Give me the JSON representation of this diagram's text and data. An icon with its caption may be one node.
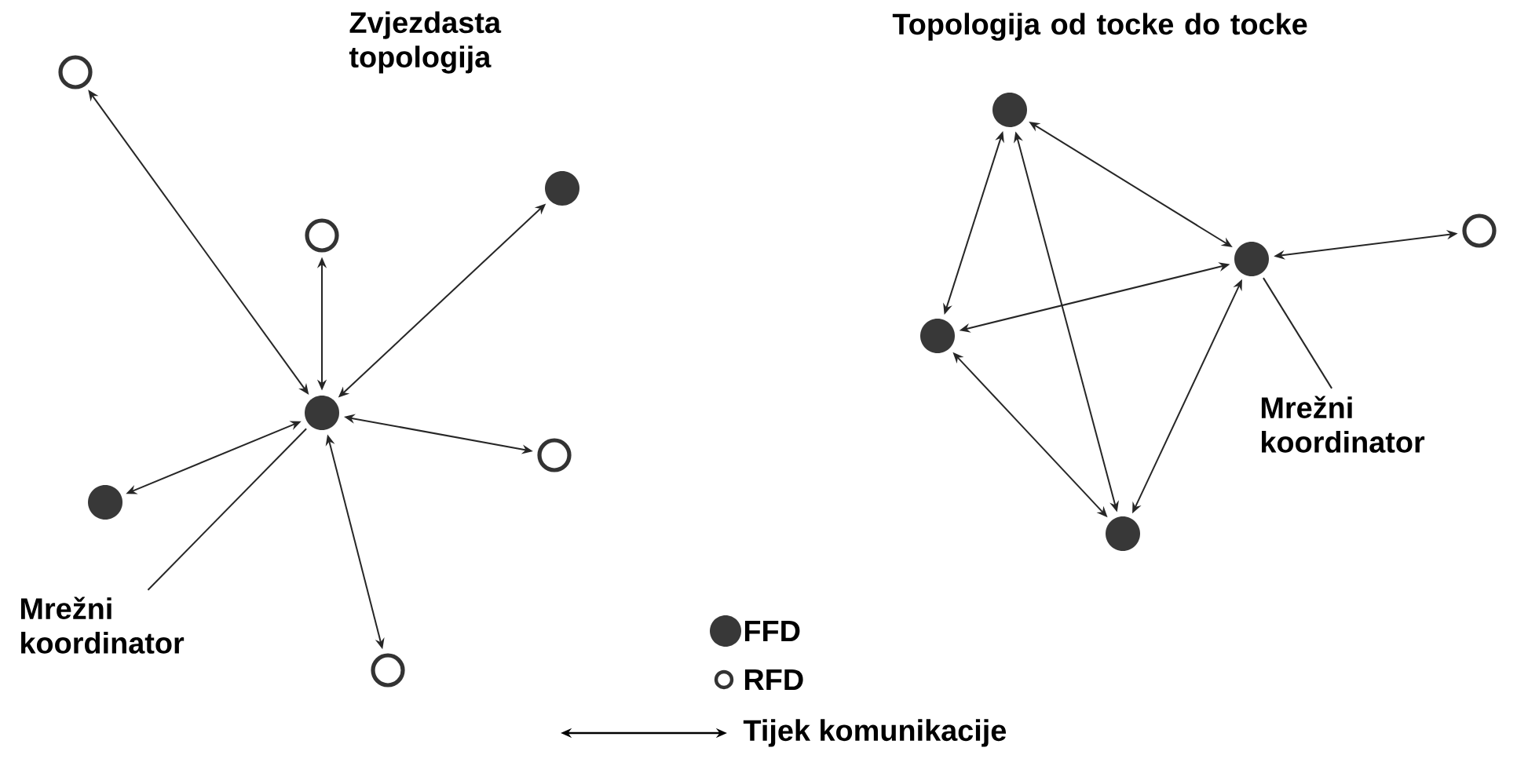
{
  "diagram": {
    "nodes": [
      {
        "text": [],
        "shape": "circle"
      },
      {
        "text": [],
        "shape": "dot"
      },
      {
        "text": [],
        "shape": "dot"
      },
      {
        "text": [],
        "shape": "circle"
      },
      {
        "text": [],
        "shape": "circle"
      },
      {
        "text": [],
        "shape": "dot"
      },
      {
        "text": [],
        "shape": "dot"
      },
      {
        "text": [],
        "shape": "dot"
      },
      {
        "text": [
          "Mrežni koordinator"
        ]
      },
      {
        "text": [],
        "shape": "circle"
      },
      {
        "text": [],
        "shape": "dot"
      },
      {
        "text": [],
        "shape": "dot"
      },
      {
        "text": [
          "Mrežni koordinator"
        ]
      },
      {
        "text": [],
        "shape": "circle"
      }
    ],
    "edges": [
      {
        "from": 7,
        "to": 0,
        "arrow": "both"
      },
      {
        "from": 7,
        "to": 3,
        "arrow": "both"
      },
      {
        "from": 7,
        "to": 2,
        "arrow": "both"
      },
      {
        "from": 7,
        "to": 9,
        "arrow": "both"
      },
      {
        "from": 7,
        "to": 10,
        "arrow": "both"
      },
      {
        "from": 7,
        "to": 13,
        "arrow": "both"
      },
      {
        "from": 12,
        "to": 7,
        "arrow": "none"
      },
      {
        "from": 1,
        "to": 5,
        "arrow": "both"
      },
      {
        "from": 1,
        "to": 6,
        "arrow": "both"
      },
      {
        "from": 1,
        "to": 11,
        "arrow": "both"
      },
      {
        "from": 6,
        "to": 5,
        "arrow": "both"
      },
      {
        "from": 6,
        "to": 11,
        "arrow": "both"
      },
      {
        "from": 5,
        "to": 11,
        "arrow": "both"
      },
      {
        "from": 5,
        "to": 4,
        "arrow": "both"
      },
      {
        "from": 8,
        "to": 5,
        "arrow": "none"
      }
    ],
    "labels": [
      "Zvjezdasta topologija",
      "Topologija od tocke do tocke"
    ],
    "legend": [
      {
        "text": "FFD"
      },
      {
        "text": "RFD"
      },
      {
        "text": "Tijek komunikacije"
      }
    ]
  }
}
